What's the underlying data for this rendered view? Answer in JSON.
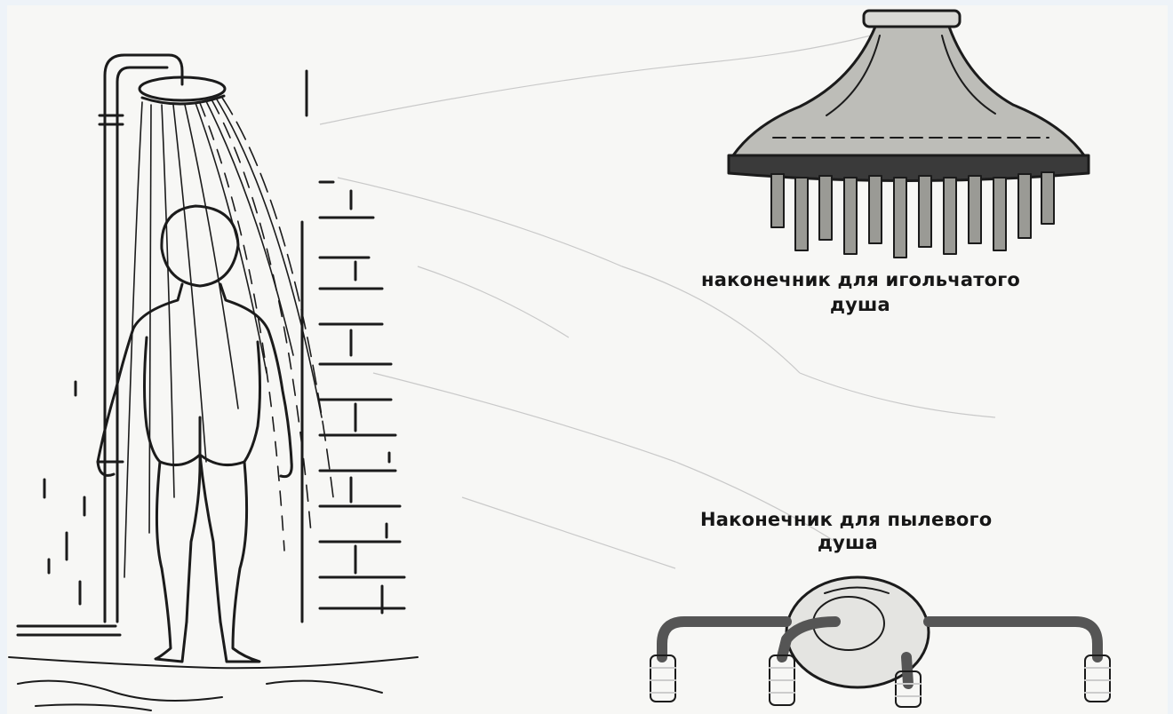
{
  "captions": {
    "needle_head_line1": "наконечник для игольчатого",
    "needle_head_line2": "душа",
    "dust_head_line1": "Наконечник для пылевого",
    "dust_head_line2": "душа"
  },
  "colors": {
    "background": "#eef3f8",
    "paper": "#f7f7f5",
    "ink": "#1b1b1b"
  },
  "illustrations": {
    "shower_scene": "person-standing-under-shower-illustration",
    "needle_head": "needle-shower-nozzle-illustration",
    "dust_head": "dust-shower-nozzle-illustration"
  }
}
